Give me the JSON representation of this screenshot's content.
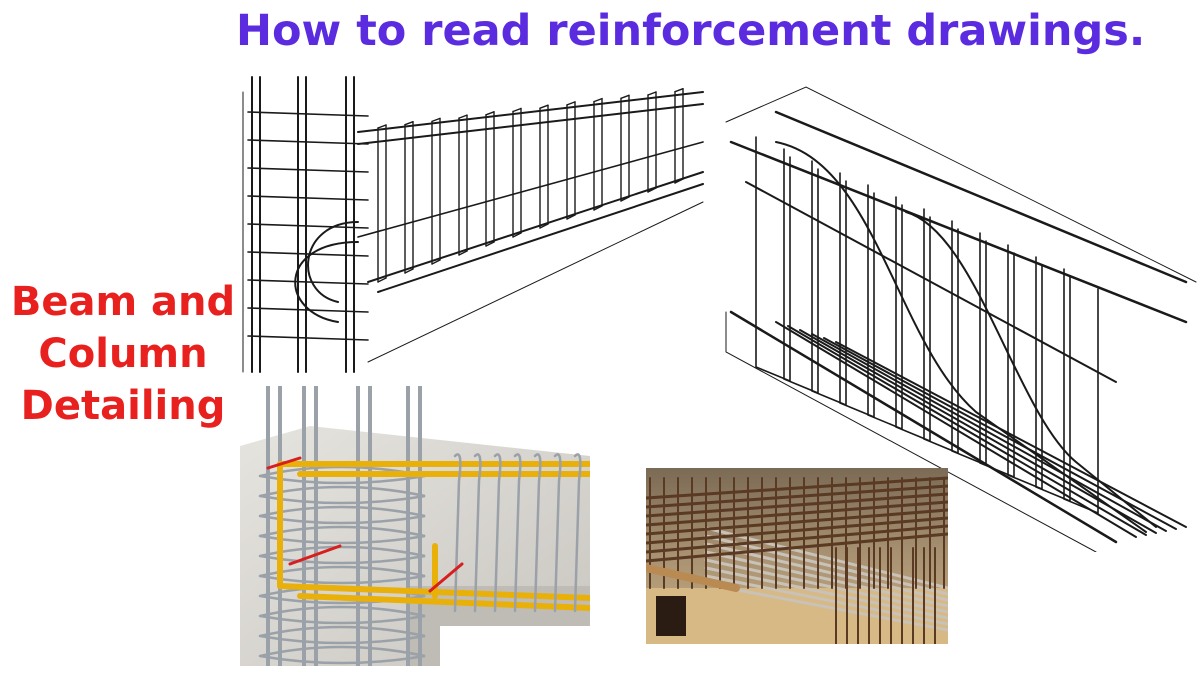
{
  "title": "How to read reinforcement drawings.",
  "side_label": {
    "line1": "Beam and",
    "line2": "Column",
    "line3": "Detailing"
  },
  "colors": {
    "title": "#5b2be0",
    "side_label": "#e8201e",
    "line_art": "#1a1a1a",
    "rebar_yellow": "#e9b00a",
    "rebar_steel": "#9aa1a8",
    "concrete": "#d8d6d1",
    "rust": "#5a3a22",
    "marker_red": "#d71f1f"
  },
  "panels": [
    {
      "name": "beam-column-junction-sketch",
      "style": "line-art"
    },
    {
      "name": "beam-cage-sketch",
      "style": "line-art"
    },
    {
      "name": "beam-column-3d-render",
      "style": "color-render"
    },
    {
      "name": "site-rebar-photo",
      "style": "photo"
    }
  ]
}
